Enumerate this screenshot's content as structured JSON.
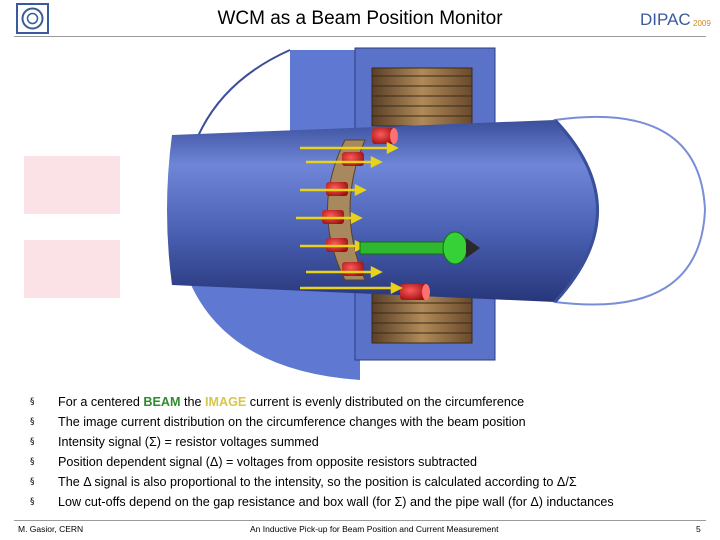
{
  "header": {
    "title": "WCM as a Beam Position Monitor",
    "logo_left": "cern-logo-icon",
    "logo_right": "dipac-logo-icon",
    "logo_right_text": "DIPAC",
    "logo_right_year": "2009"
  },
  "figure": {
    "description_icon": "wall-current-monitor-3d-cutaway"
  },
  "bullets": [
    {
      "pre": "For a centered ",
      "beam": "BEAM",
      "mid": " the ",
      "image": "IMAGE",
      "post": " current is evenly distributed on the circumference"
    },
    {
      "text": "The image current distribution on the circumference changes with the beam position"
    },
    {
      "text": "Intensity signal (Σ) = resistor voltages summed"
    },
    {
      "text": "Position dependent signal (Δ) = voltages from opposite resistors subtracted"
    },
    {
      "text": "The Δ signal is also proportional to the intensity, so the position is calculated according to Δ/Σ"
    },
    {
      "text": "Low cut-offs depend on the gap resistance and box wall (for Σ) and the pipe wall (for Δ) inductances"
    }
  ],
  "bullet_marker": "§",
  "footer": {
    "left": "M. Gasior, CERN",
    "center": "An Inductive Pick-up for Beam Position and Current Measurement",
    "page": "5"
  },
  "colors": {
    "beam_highlight": "#2e8b2e",
    "image_highlight": "#d8c64a",
    "pipe_blue": "#5b73c6",
    "ferrite_brown": "#9a7a52",
    "resistor_red": "#c81e1e",
    "beam_green": "#2fb82f",
    "arrow_yellow": "#e8d21a"
  }
}
